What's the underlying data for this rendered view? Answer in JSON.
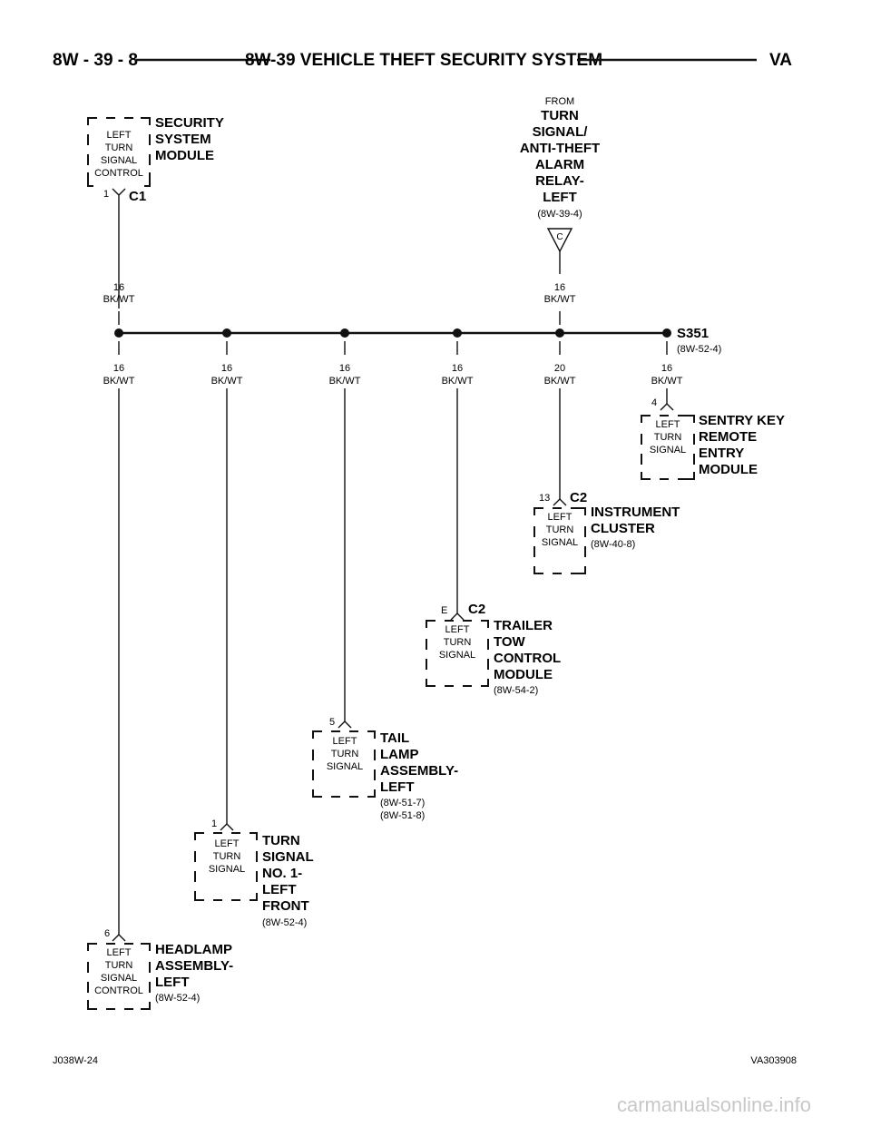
{
  "header": {
    "page_number": "8W - 39 - 8",
    "title": "8W-39 VEHICLE THEFT SECURITY SYSTEM",
    "model": "VA"
  },
  "from_block": {
    "from": "FROM",
    "name_lines": [
      "TURN",
      "SIGNAL/",
      "ANTI-THEFT",
      "ALARM",
      "RELAY-",
      "LEFT"
    ],
    "ref": "(8W-39-4)",
    "connector": "C"
  },
  "modules": {
    "security": {
      "inner_lines": [
        "LEFT",
        "TURN",
        "SIGNAL",
        "CONTROL"
      ],
      "name_lines": [
        "SECURITY",
        "SYSTEM",
        "MODULE"
      ],
      "pin": "1",
      "connector": "C1"
    },
    "sentry": {
      "inner_lines": [
        "LEFT",
        "TURN",
        "SIGNAL"
      ],
      "name_lines": [
        "SENTRY KEY",
        "REMOTE",
        "ENTRY",
        "MODULE"
      ],
      "pin": "4"
    },
    "cluster": {
      "inner_lines": [
        "LEFT",
        "TURN",
        "SIGNAL"
      ],
      "name_lines": [
        "INSTRUMENT",
        "CLUSTER"
      ],
      "ref": "(8W-40-8)",
      "pin": "13",
      "connector": "C2"
    },
    "trailer": {
      "inner_lines": [
        "LEFT",
        "TURN",
        "SIGNAL"
      ],
      "name_lines": [
        "TRAILER",
        "TOW",
        "CONTROL",
        "MODULE"
      ],
      "ref": "(8W-54-2)",
      "pin": "E",
      "connector": "C2"
    },
    "tail": {
      "inner_lines": [
        "LEFT",
        "TURN",
        "SIGNAL"
      ],
      "name_lines": [
        "TAIL",
        "LAMP",
        "ASSEMBLY-",
        "LEFT"
      ],
      "refs": [
        "(8W-51-7)",
        "(8W-51-8)"
      ],
      "pin": "5"
    },
    "turn": {
      "inner_lines": [
        "LEFT",
        "TURN",
        "SIGNAL"
      ],
      "name_lines": [
        "TURN",
        "SIGNAL",
        "NO. 1-",
        "LEFT",
        "FRONT"
      ],
      "ref": "(8W-52-4)",
      "pin": "1"
    },
    "headlamp": {
      "inner_lines": [
        "LEFT",
        "TURN",
        "SIGNAL",
        "CONTROL"
      ],
      "name_lines": [
        "HEADLAMP",
        "ASSEMBLY-",
        "LEFT"
      ],
      "ref": "(8W-52-4)",
      "pin": "6"
    }
  },
  "wires": {
    "upper_left": [
      "16",
      "BK/WT"
    ],
    "upper_right": [
      "16",
      "BK/WT"
    ],
    "w1": [
      "16",
      "BK/WT"
    ],
    "w2": [
      "16",
      "BK/WT"
    ],
    "w3": [
      "16",
      "BK/WT"
    ],
    "w4": [
      "16",
      "BK/WT"
    ],
    "w5": [
      "20",
      "BK/WT"
    ],
    "w6": [
      "16",
      "BK/WT"
    ]
  },
  "splice": {
    "name": "S351",
    "ref": "(8W-52-4)"
  },
  "footer": {
    "left": "J038W-24",
    "right": "VA303908"
  },
  "watermark": "carmanualsonline.info"
}
